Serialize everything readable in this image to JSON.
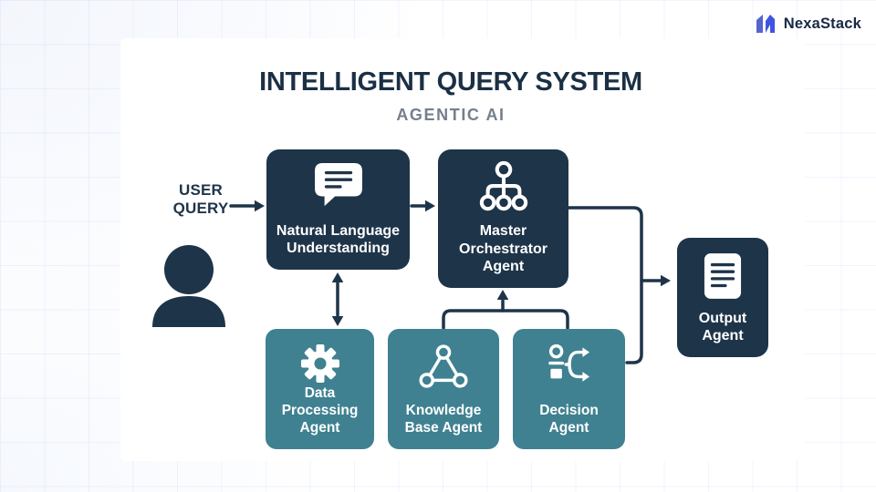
{
  "brand": {
    "name": "NexaStack"
  },
  "header": {
    "title": "INTELLIGENT QUERY SYSTEM",
    "subtitle": "AGENTIC AI"
  },
  "input_label": {
    "line1": "USER",
    "line2": "QUERY"
  },
  "colors": {
    "navy": "#1e3449",
    "teal": "#3f8191",
    "title_text": "#1b2f45",
    "subtitle_gray": "#757f8c",
    "logo_blue_left": "#5565cf",
    "logo_blue_right": "#3d55e0",
    "icon_white": "#ffffff"
  },
  "nodes": {
    "nlu": {
      "icon": "chat-bubble-icon",
      "lines": [
        "Natural Language",
        "Understanding"
      ]
    },
    "orchestrator": {
      "icon": "org-tree-icon",
      "lines": [
        "Master",
        "Orchestrator",
        "Agent"
      ]
    },
    "output": {
      "icon": "document-icon",
      "lines": [
        "Output",
        "Agent"
      ]
    },
    "data_processing": {
      "icon": "gear-icon",
      "lines": [
        "Data",
        "Processing",
        "Agent"
      ]
    },
    "knowledge_base": {
      "icon": "network-triangle-icon",
      "lines": [
        "Knowledge",
        "Base Agent"
      ]
    },
    "decision": {
      "icon": "branch-arrows-icon",
      "lines": [
        "Decision",
        "Agent"
      ]
    }
  },
  "edges": [
    {
      "from": "user",
      "to": "nlu",
      "style": "arrow"
    },
    {
      "from": "nlu",
      "to": "orchestrator",
      "style": "arrow"
    },
    {
      "from": "nlu",
      "to": "data_processing",
      "style": "double-arrow"
    },
    {
      "from": "knowledge_base",
      "to": "orchestrator",
      "style": "arrow"
    },
    {
      "from": "decision",
      "to": "orchestrator",
      "style": "arrow"
    },
    {
      "from": "orchestrator",
      "to": "output",
      "style": "arrow"
    },
    {
      "from": "decision",
      "to": "output",
      "style": "arrow"
    }
  ]
}
